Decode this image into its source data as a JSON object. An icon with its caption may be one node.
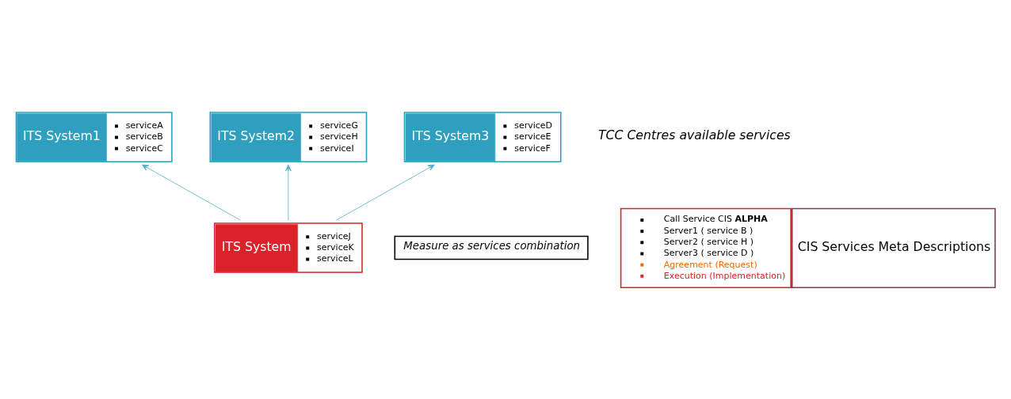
{
  "diagram": {
    "nodes": [
      {
        "text": [
          "ITS System1",
          "serviceA",
          "serviceB",
          "serviceC"
        ]
      },
      {
        "text": [
          "ITS System2",
          "serviceG",
          "serviceH",
          "serviceI"
        ]
      },
      {
        "text": [
          "ITS System3",
          "serviceD",
          "serviceE",
          "serviceF"
        ]
      },
      {
        "text": [
          "ITS System",
          "serviceJ",
          "serviceK",
          "serviceL"
        ]
      },
      {
        "text": [
          "Measure as services combination"
        ]
      },
      {
        "text": [
          "Call Service CIS **ALPHA**",
          "Server1 ( service B )",
          "Server2 ( service H )",
          "Server3 ( service D )",
          "Agreement (Request)",
          "Execution (Implementation)",
          "CIS Services Meta Descriptions"
        ]
      }
    ],
    "edges": [
      {
        "from": 3,
        "to": 0,
        "arrow": "to"
      },
      {
        "from": 3,
        "to": 2,
        "arrow": "to"
      },
      {
        "from": 3,
        "to": 1,
        "arrow": "to"
      }
    ],
    "labels": [
      "TCC Centres available services"
    ]
  }
}
